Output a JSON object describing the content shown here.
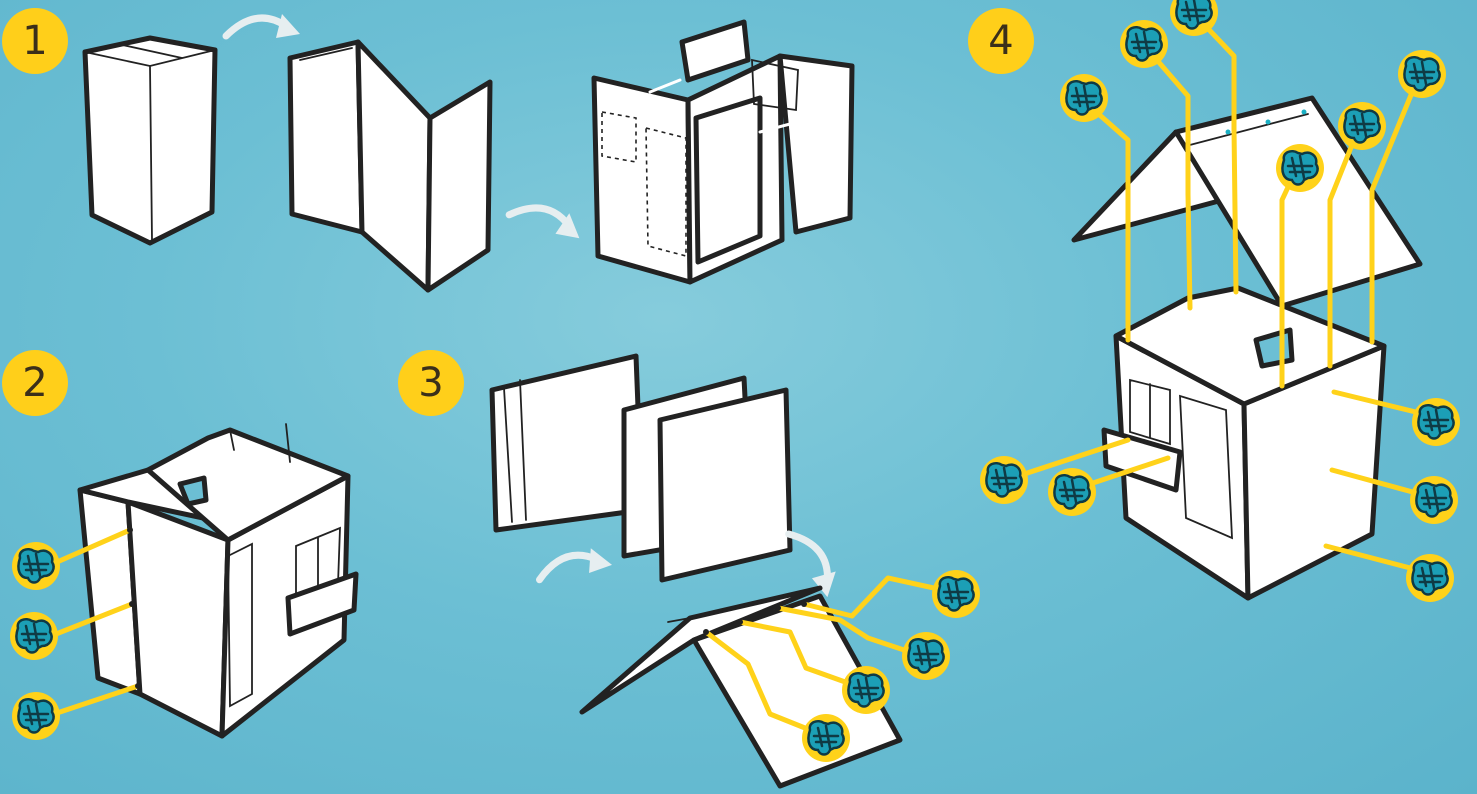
{
  "steps": [
    {
      "number": "1"
    },
    {
      "number": "2"
    },
    {
      "number": "3"
    },
    {
      "number": "4"
    }
  ],
  "colors": {
    "background": "#6cbfd4",
    "badge": "#ffcf1a",
    "connector": "#ffd21a",
    "peg": "#1c9fb6",
    "arrow": "#e6eef0"
  },
  "icons": [
    "curved-arrow-icon",
    "fastener-peg-icon"
  ]
}
